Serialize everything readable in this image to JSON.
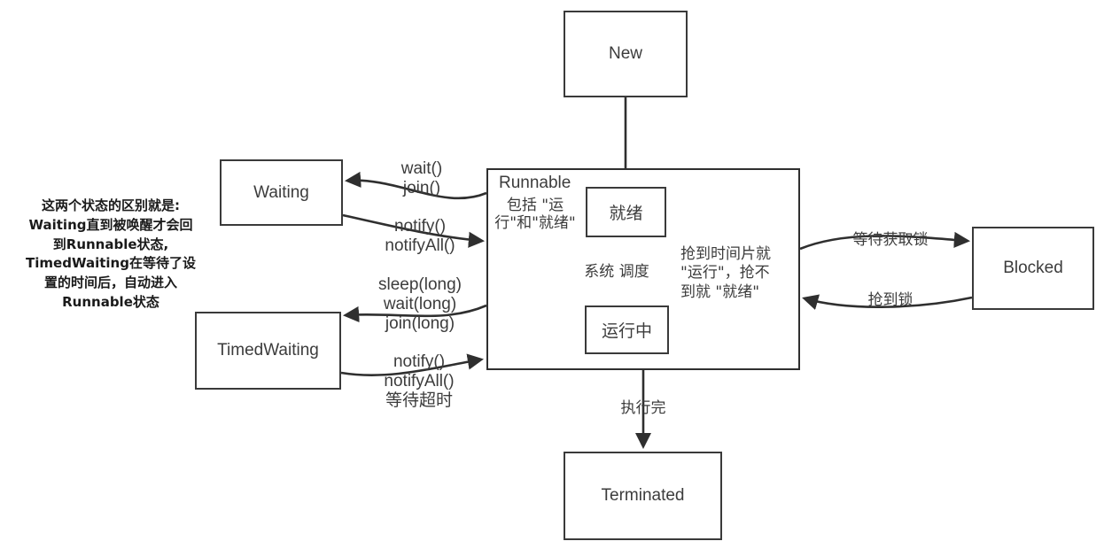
{
  "diagram": {
    "title": "Java Thread State Transition Diagram",
    "stroke_color": "#3a3a3a",
    "text_color": "#3c3c3c",
    "note_color": "#1a1a1a"
  },
  "nodes": {
    "new": {
      "label": "New"
    },
    "runnable": {
      "title": "Runnable",
      "caption": "包括 \"运\n行\"和\"就绪\"",
      "ready": {
        "label": "就绪"
      },
      "running": {
        "label": "运行中"
      },
      "scheduler_label": "系统 调度",
      "inner_note": "抢到时间片就\n\"运行\"，抢不\n到就 \"就绪\""
    },
    "waiting": {
      "label": "Waiting"
    },
    "timed_waiting": {
      "label": "TimedWaiting"
    },
    "blocked": {
      "label": "Blocked"
    },
    "terminated": {
      "label": "Terminated"
    }
  },
  "edge_labels": {
    "new_to_runnable": "",
    "runnable_to_waiting": "wait()\njoin()",
    "waiting_to_runnable": "notify()\nnotifyAll()",
    "runnable_to_timed_waiting": "sleep(long)\nwait(long)\njoin(long)",
    "timed_waiting_to_runnable": "notify()\nnotifyAll()\n等待超时",
    "runnable_to_blocked": "等待获取锁",
    "blocked_to_runnable": "抢到锁",
    "runnable_to_terminated": "执行完"
  },
  "annotations": {
    "left_note": "这两个状态的区别就是:\nWaiting直到被唤醒才会回\n到Runnable状态,\nTimedWaiting在等待了设\n置的时间后，自动进入\nRunnable状态"
  }
}
